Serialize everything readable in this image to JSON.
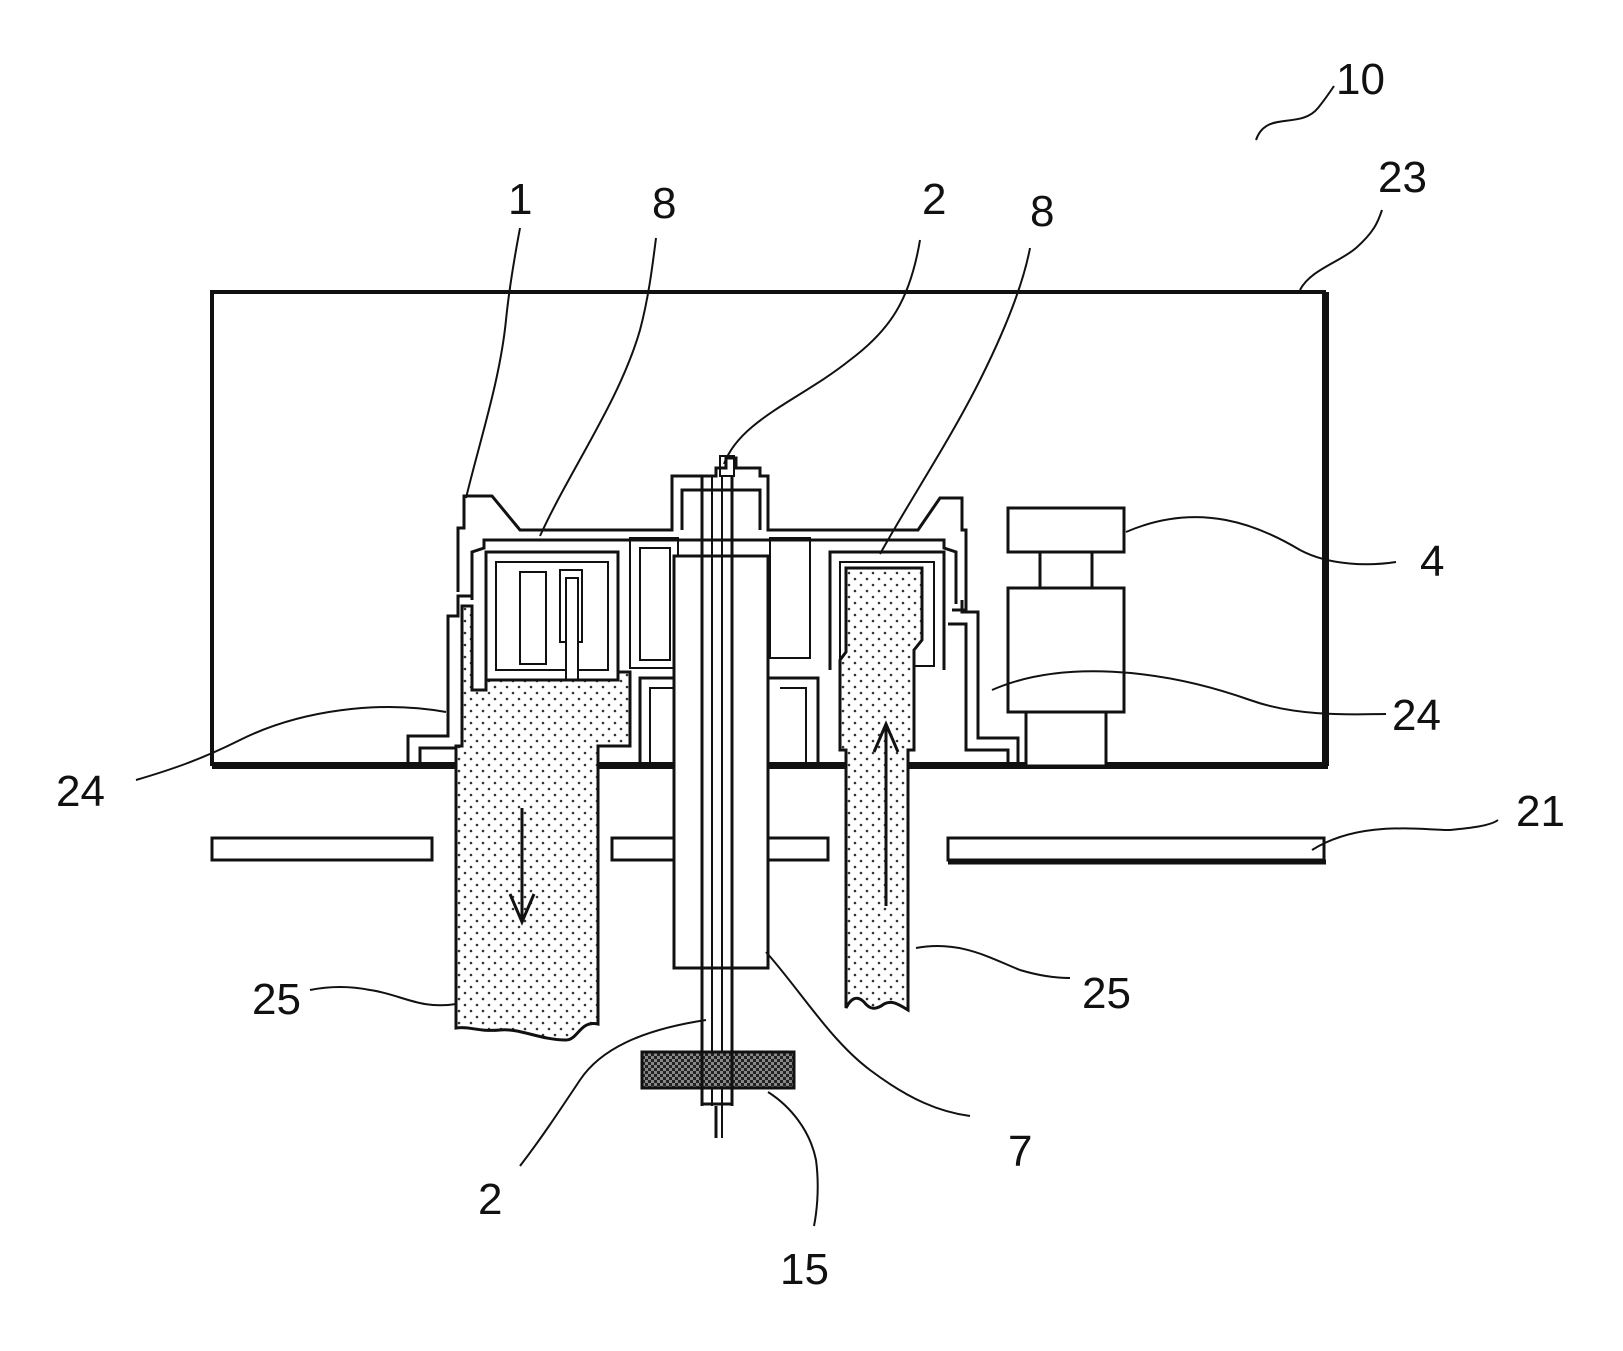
{
  "figure": {
    "labels": {
      "apparatus": "10",
      "chamber": "23",
      "part_1": "1",
      "part_8_left": "8",
      "part_2_top": "2",
      "part_8_right": "8",
      "part_4": "4",
      "part_24_right": "24",
      "part_24_left": "24",
      "part_21": "21",
      "part_25_left": "25",
      "part_25_right": "25",
      "part_2_bottom": "2",
      "part_7": "7",
      "part_15": "15"
    },
    "flow_arrows": [
      {
        "duct": "left",
        "direction": "down"
      },
      {
        "duct": "right",
        "direction": "up"
      }
    ]
  }
}
